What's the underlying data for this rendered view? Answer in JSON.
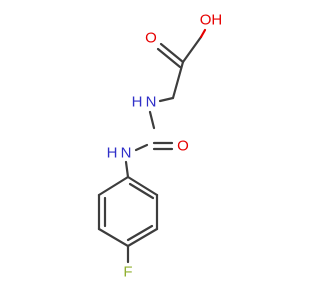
{
  "molecule": {
    "atoms": {
      "oh": {
        "text": "OH",
        "element": "O"
      },
      "o_acid": {
        "text": "O",
        "element": "O"
      },
      "nh_top": {
        "text": "H",
        "element": "N"
      },
      "n_top": {
        "text": "N",
        "element": "N"
      },
      "o_urea": {
        "text": "O",
        "element": "O"
      },
      "nh_low": {
        "text": "H",
        "element": "N"
      },
      "n_low": {
        "text": "N",
        "element": "N"
      },
      "f": {
        "text": "F",
        "element": "F"
      }
    }
  },
  "colors": {
    "bond": "#3d3d3d",
    "O": "#e60000",
    "N": "#3030c8",
    "F": "#90b030"
  }
}
